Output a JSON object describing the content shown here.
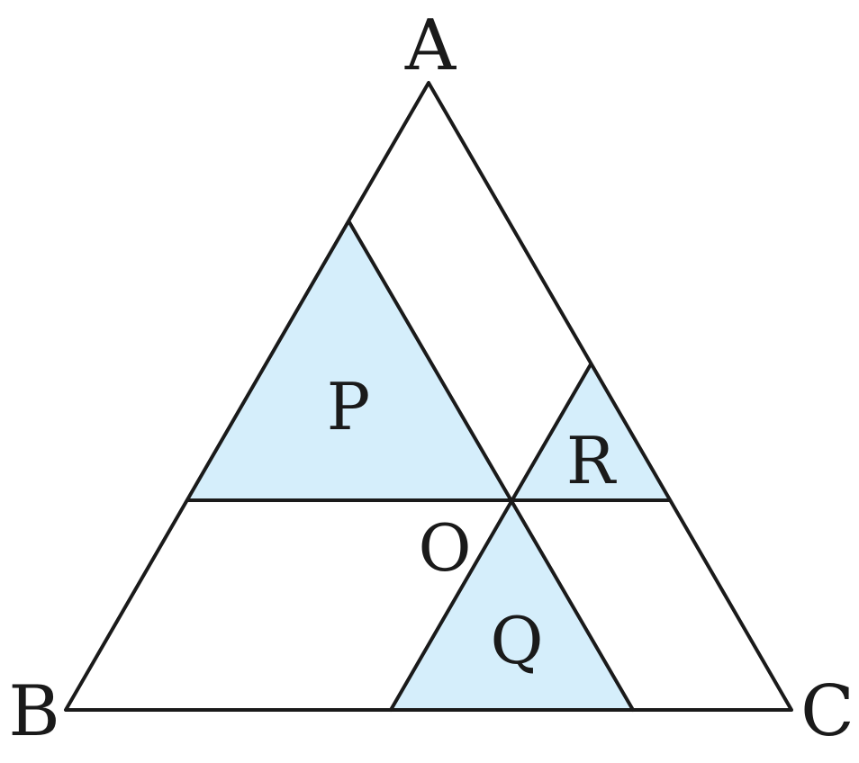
{
  "vertices": {
    "a": "A",
    "b": "B",
    "c": "C"
  },
  "point": "O",
  "regions": {
    "p": "P",
    "q": "Q",
    "r": "R"
  },
  "colors": {
    "fill": "#d5eefb",
    "stroke": "#1a1a1a"
  }
}
